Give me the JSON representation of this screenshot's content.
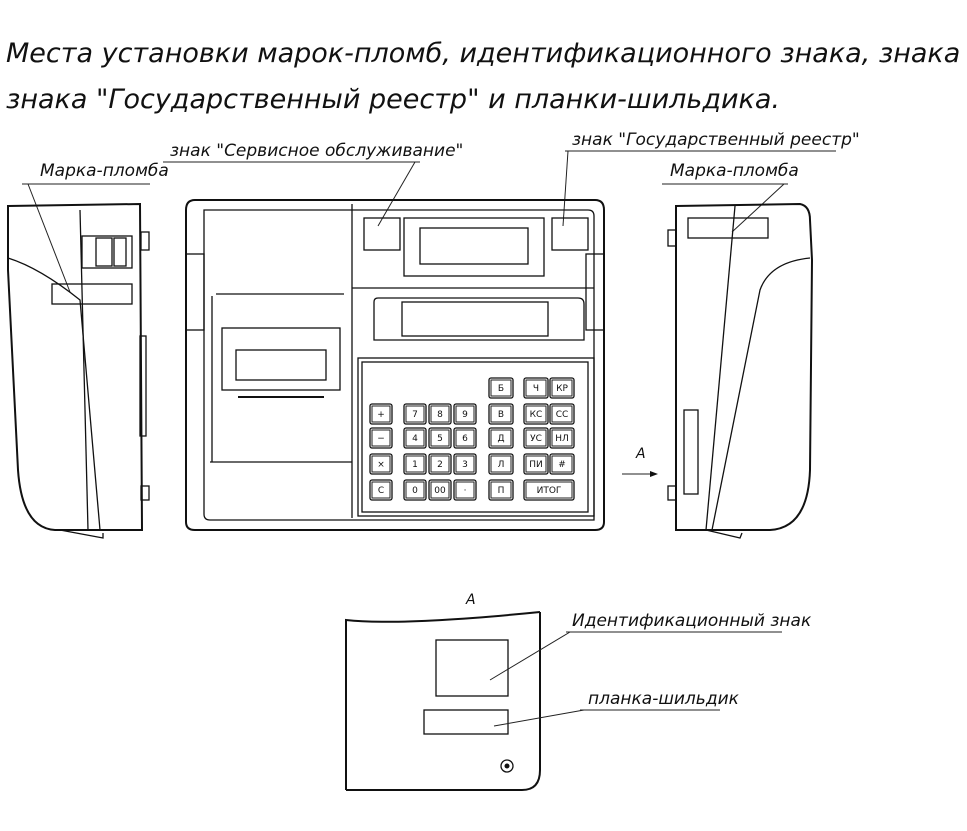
{
  "title": {
    "line1": "Места установки марок-пломб,  идентификационного знака,  знака \"Сервисное обслуживание\",",
    "line2": "знака \"Государственный реестр\" и планки-шильдика."
  },
  "labels": {
    "service_sign": "знак \"Сервисное обслуживание\"",
    "state_registry_sign": "знак \"Государственный реестр\"",
    "seal_mark_left": "Марка-пломба",
    "seal_mark_right": "Марка-пломба",
    "view_a_arrow": "А",
    "view_a_title": "А",
    "identification_sign": "Идентификационный знак",
    "nameplate": "планка-шильдик"
  },
  "keypad": {
    "left_cluster": [
      [
        "+",
        "7",
        "8",
        "9"
      ],
      [
        "−",
        "4",
        "5",
        "6"
      ],
      [
        "×",
        "1",
        "2",
        "3"
      ],
      [
        "С",
        "0",
        "00",
        "·"
      ]
    ],
    "middle_column": [
      "Б",
      "В",
      "Д",
      "Л",
      "П"
    ],
    "right_cluster": [
      [
        "Ч",
        "КР"
      ],
      [
        "КС",
        "СС"
      ],
      [
        "УС",
        "НЛ"
      ],
      [
        "ПИ",
        "#"
      ]
    ],
    "total_key": "ИТОГ"
  }
}
